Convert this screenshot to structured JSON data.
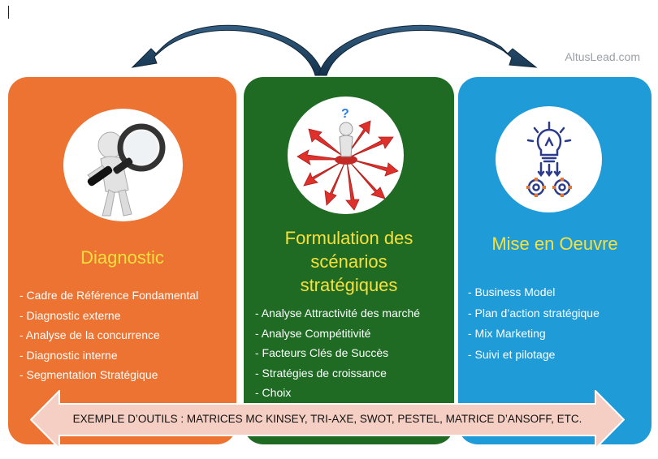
{
  "watermark": "AltusLead.com",
  "panels": {
    "diagnostic": {
      "title": "Diagnostic",
      "image_icon": "magnifying-glass-figure-icon",
      "items": [
        "- Cadre de Référence Fondamental",
        "- Diagnostic externe",
        "- Analyse de la concurrence",
        "- Diagnostic interne",
        "- Segmentation Stratégique"
      ],
      "color": "#ec7332"
    },
    "formulation": {
      "title_lines": [
        "Formulation des",
        "scénarios",
        "stratégiques"
      ],
      "image_icon": "figure-with-arrows-icon",
      "items": [
        "- Analyse Attractivité des marché",
        "- Analyse Compétitivité",
        "- Facteurs Clés de Succès",
        "- Stratégies de croissance",
        "- Choix"
      ],
      "color": "#1f6b24"
    },
    "mise": {
      "title": "Mise en Oeuvre",
      "image_icon": "lightbulb-gears-icon",
      "items": [
        "- Business Model",
        "- Plan d’action stratégique",
        "- Mix Marketing",
        "- Suivi et pilotage"
      ],
      "color": "#1f9bd8"
    }
  },
  "banner": {
    "text": "EXEMPLE D’OUTILS : MATRICES MC KINSEY, TRI-AXE, SWOT, PESTEL, MATRICE D’ANSOFF, ETC.",
    "fill": "#f5cfc3"
  },
  "title_color": "#f7e03c",
  "arc_color": "#1e3f5c"
}
